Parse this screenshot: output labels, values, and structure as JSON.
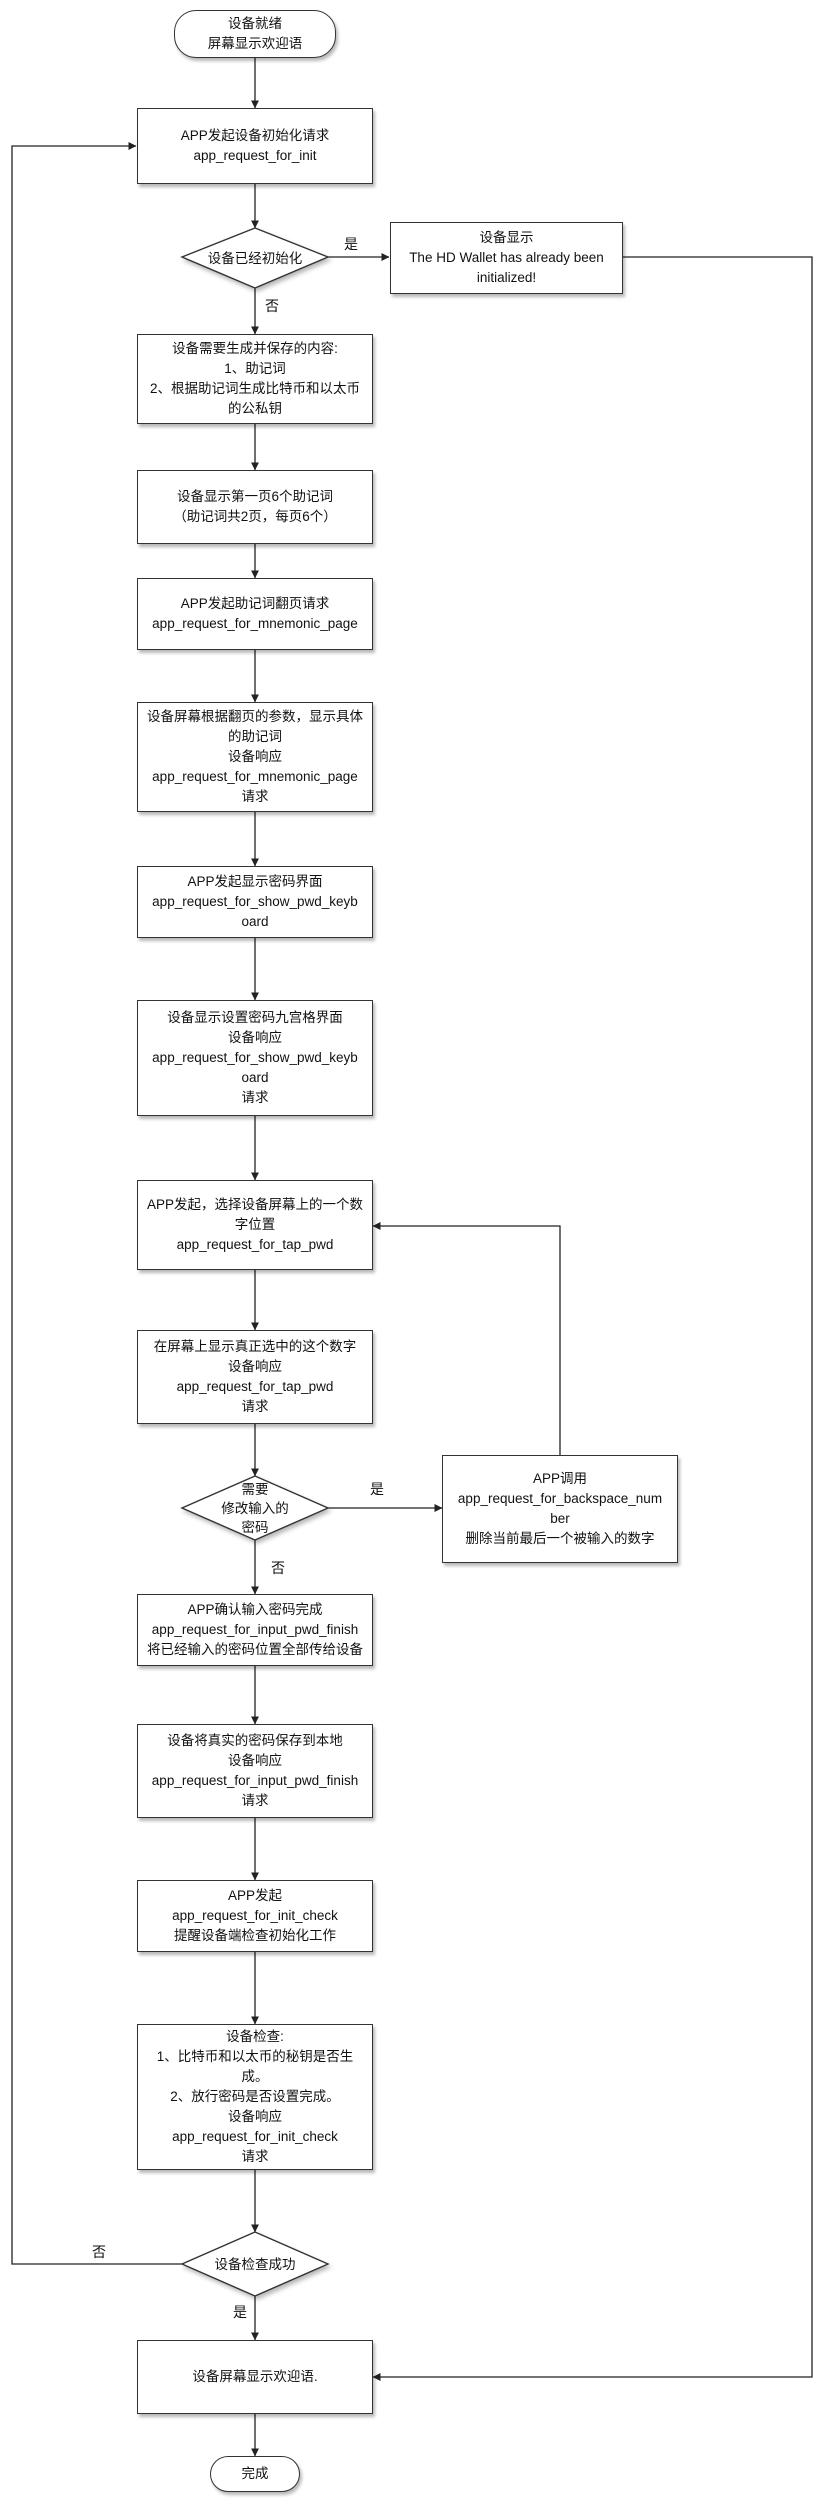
{
  "flowchart": {
    "start": [
      "设备就绪",
      "屏幕显示欢迎语"
    ],
    "steps": {
      "init_request": [
        "APP发起设备初始化请求",
        "app_request_for_init"
      ],
      "initialized_msg": [
        "设备显示",
        "The HD Wallet has already been",
        "initialized!"
      ],
      "generate": [
        "设备需要生成并保存的内容:",
        "1、助记词",
        "2、根据助记词生成比特币和以太币",
        "的公私钥"
      ],
      "show_page1": [
        "设备显示第一页6个助记词",
        "（助记词共2页，每页6个）"
      ],
      "mnemonic_page_req": [
        "APP发起助记词翻页请求",
        "app_request_for_mnemonic_page"
      ],
      "mnemonic_page_resp": [
        "设备屏幕根据翻页的参数，显示具体",
        "的助记词",
        "设备响应",
        "app_request_for_mnemonic_page",
        "请求"
      ],
      "show_pwd_req": [
        "APP发起显示密码界面",
        "app_request_for_show_pwd_keyb",
        "oard"
      ],
      "show_pwd_resp": [
        "设备显示设置密码九宫格界面",
        "设备响应",
        "app_request_for_show_pwd_keyb",
        "oard",
        "请求"
      ],
      "tap_pwd_req": [
        "APP发起，选择设备屏幕上的一个数",
        "字位置",
        "app_request_for_tap_pwd"
      ],
      "tap_pwd_resp": [
        "在屏幕上显示真正选中的这个数字",
        "设备响应",
        "app_request_for_tap_pwd",
        "请求"
      ],
      "backspace": [
        "APP调用",
        "app_request_for_backspace_num",
        "ber",
        "删除当前最后一个被输入的数字"
      ],
      "input_finish_req": [
        "APP确认输入密码完成",
        "app_request_for_input_pwd_finish",
        "将已经输入的密码位置全部传给设备"
      ],
      "input_finish_resp": [
        "设备将真实的密码保存到本地",
        "设备响应",
        "app_request_for_input_pwd_finish",
        "请求"
      ],
      "init_check_req": [
        "APP发起",
        "app_request_for_init_check",
        "提醒设备端检查初始化工作"
      ],
      "init_check_resp": [
        "设备检查:",
        "1、比特币和以太币的秘钥是否生",
        "成。",
        "2、放行密码是否设置完成。",
        "设备响应",
        "app_request_for_init_check",
        "请求"
      ],
      "welcome": [
        "设备屏幕显示欢迎语."
      ]
    },
    "decisions": {
      "already_init": [
        "设备已经初始化"
      ],
      "modify_pwd": [
        "需要",
        "修改输入的",
        "密码"
      ],
      "check_ok": [
        "设备检查成功"
      ]
    },
    "end": [
      "完成"
    ],
    "edge_labels": {
      "yes_initialized": "是",
      "no_initialized": "否",
      "yes_modify": "是",
      "no_modify": "否",
      "no_check": "否",
      "yes_check": "是"
    },
    "colors": {
      "line": "#222222",
      "border": "#333333",
      "fill": "#ffffff"
    }
  }
}
